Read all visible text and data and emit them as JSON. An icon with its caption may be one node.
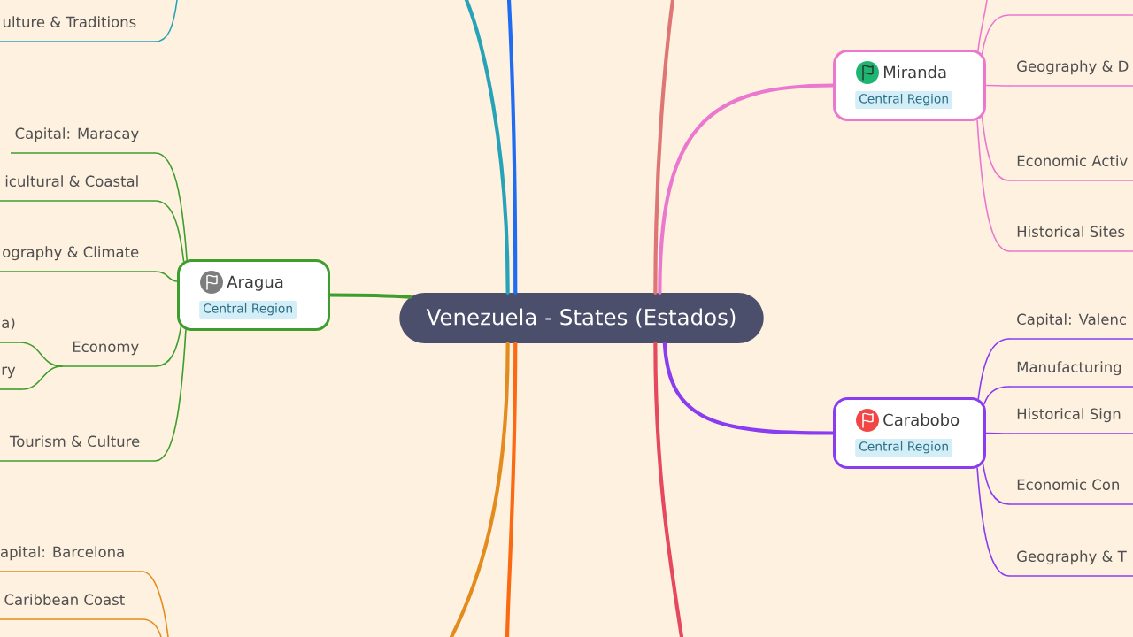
{
  "diagram": {
    "nodes": [
      {
        "text": [
          "Venezuela - States (Estados)"
        ]
      },
      {
        "text": [
          "ulture & Traditions"
        ]
      },
      {
        "text": [
          "Capital: Maracay"
        ]
      },
      {
        "text": [
          "icultural & Coastal"
        ]
      },
      {
        "text": [
          "ography & Climate"
        ]
      },
      {
        "text": [
          "a)"
        ]
      },
      {
        "text": [
          "Economy"
        ]
      },
      {
        "text": [
          "ry"
        ]
      },
      {
        "text": [
          "Tourism & Culture"
        ]
      },
      {
        "text": [
          "Aragua",
          "Central Region"
        ]
      },
      {
        "text": [
          "apital: Barcelona"
        ]
      },
      {
        "text": [
          "Caribbean Coast"
        ]
      },
      {
        "text": [
          "Miranda",
          "Central Region"
        ]
      },
      {
        "text": [
          "Geography & D"
        ]
      },
      {
        "text": [
          "Economic Activ"
        ]
      },
      {
        "text": [
          "Historical Sites"
        ]
      },
      {
        "text": [
          "Capital: Valenc"
        ]
      },
      {
        "text": [
          "Manufacturing"
        ]
      },
      {
        "text": [
          "Historical Sign"
        ]
      },
      {
        "text": [
          "Carabobo",
          "Central Region"
        ]
      },
      {
        "text": [
          "Economic Con"
        ]
      },
      {
        "text": [
          "Geography & T"
        ]
      }
    ],
    "edges": [
      {
        "from": 0,
        "to": null,
        "arrow": "none",
        "style": "thick",
        "color": "#27a3b8"
      },
      {
        "from": 0,
        "to": null,
        "arrow": "none",
        "style": "thick",
        "color": "#1f6cf3"
      },
      {
        "from": 0,
        "to": null,
        "arrow": "none",
        "style": "thick",
        "color": "#de7676"
      },
      {
        "from": 0,
        "to": 12,
        "arrow": "none",
        "style": "thick",
        "color": "#ea78cf"
      },
      {
        "from": 0,
        "to": 9,
        "arrow": "none",
        "style": "thick",
        "color": "#3d9e2d"
      },
      {
        "from": 0,
        "to": 19,
        "arrow": "none",
        "style": "thick",
        "color": "#8a3cf0"
      },
      {
        "from": 0,
        "to": null,
        "arrow": "none",
        "style": "thick",
        "color": "#e38b1d"
      },
      {
        "from": 0,
        "to": null,
        "arrow": "none",
        "style": "thick",
        "color": "#fb6912"
      },
      {
        "from": 0,
        "to": null,
        "arrow": "none",
        "style": "thick",
        "color": "#e6495e"
      },
      {
        "from": null,
        "to": 1,
        "arrow": "none",
        "color": "#27a3b8"
      },
      {
        "from": 9,
        "to": 2,
        "arrow": "none",
        "color": "#3d9e2d"
      },
      {
        "from": 9,
        "to": 3,
        "arrow": "none",
        "color": "#3d9e2d"
      },
      {
        "from": 9,
        "to": 4,
        "arrow": "none",
        "color": "#3d9e2d"
      },
      {
        "from": 9,
        "to": 6,
        "arrow": "none",
        "color": "#3d9e2d"
      },
      {
        "from": 6,
        "to": 5,
        "arrow": "none",
        "color": "#3d9e2d"
      },
      {
        "from": 6,
        "to": 7,
        "arrow": "none",
        "color": "#3d9e2d"
      },
      {
        "from": 9,
        "to": 8,
        "arrow": "none",
        "color": "#3d9e2d"
      },
      {
        "from": null,
        "to": 10,
        "arrow": "none",
        "color": "#e38b1d"
      },
      {
        "from": null,
        "to": 11,
        "arrow": "none",
        "color": "#e38b1d"
      },
      {
        "from": 12,
        "to": null,
        "arrow": "none",
        "color": "#ea78cf"
      },
      {
        "from": 12,
        "to": null,
        "arrow": "none",
        "color": "#ea78cf"
      },
      {
        "from": 12,
        "to": 13,
        "arrow": "none",
        "color": "#ea78cf"
      },
      {
        "from": 12,
        "to": 14,
        "arrow": "none",
        "color": "#ea78cf"
      },
      {
        "from": 12,
        "to": 15,
        "arrow": "none",
        "color": "#ea78cf"
      },
      {
        "from": 19,
        "to": 16,
        "arrow": "none",
        "color": "#8a3cf0"
      },
      {
        "from": 19,
        "to": 17,
        "arrow": "none",
        "color": "#8a3cf0"
      },
      {
        "from": 19,
        "to": 18,
        "arrow": "none",
        "color": "#8a3cf0"
      },
      {
        "from": 19,
        "to": 20,
        "arrow": "none",
        "color": "#8a3cf0"
      },
      {
        "from": 19,
        "to": 21,
        "arrow": "none",
        "color": "#8a3cf0"
      }
    ]
  }
}
